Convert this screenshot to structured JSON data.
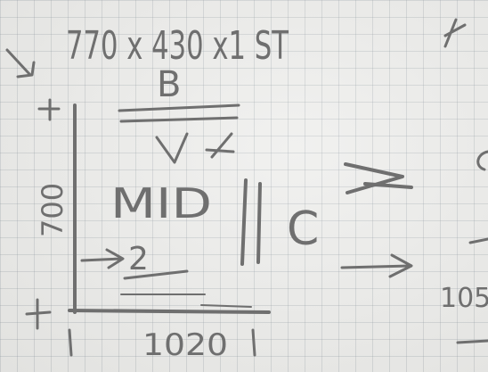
{
  "sketch": {
    "header": "770 x 430 x1 ST",
    "top_label": "B",
    "height_label": "700",
    "width_label": "1020",
    "middle_label": "MID",
    "note_left": "2",
    "side_label": "C",
    "cut_off_text": "105"
  },
  "colors": {
    "paper": "#eeeeec",
    "grid": "#a9b0b8",
    "pencil": "#6f6f6f"
  }
}
